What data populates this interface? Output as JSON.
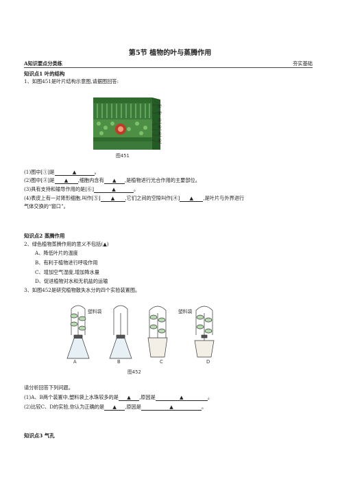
{
  "doc": {
    "title": "第5节  植物的叶与蒸腾作用",
    "section_label": "A知识要点分类练",
    "section_right": "夯实基础"
  },
  "kp1": {
    "heading": "知识点1  叶的结构",
    "q1": "1、如图451是叶片结构示意图,请据图回答:",
    "fig_labels": [
      "①",
      "②",
      "③",
      "④",
      "⑤",
      "⑥"
    ],
    "fig_caption": "图451",
    "s1_pre": "(1)图中[①]是",
    "s1_post": "。",
    "s2_pre": "(2)图中[②]是",
    "s2_mid": ",细胞内含有",
    "s2_post": ",是植物进行光合作用的主要部位。",
    "s3_pre": "(3)具有支持和输导作用的是[⑥]",
    "s3_post": "。",
    "s4_pre": "(4)表皮上有一对肾形细胞,叫作[⑤]",
    "s4_mid": ",它们之间的空隙叫作[④]",
    "s4_post": ",是叶片与外界进行",
    "s4_line2": "气体交换的“窗口”。",
    "mark": "▲"
  },
  "kp2": {
    "heading": "知识点2  蒸腾作用",
    "q2": "2、绿色植物蒸腾作用的意义不包括(▲)",
    "options": [
      "A、降低叶片的温度",
      "B、有利于植物进行呼吸作用",
      "C、增加空气湿度,增加降水量",
      "D、促进植物对水和无机盐的运输"
    ],
    "q3": "3、如图452是研究植物散失水分的四个实验装置图。",
    "fig_bag1": "塑料袋",
    "fig_bag2": "塑料袋",
    "fig_letters": [
      "A",
      "B",
      "C",
      "D"
    ],
    "fig_caption": "图452",
    "intro": "请分析回答下列问题。",
    "a1_pre": "(1)A、B两个装置中,塑料袋上水珠较多的是",
    "a1_mid": ",原因是",
    "a1_post": "。",
    "a2_pre": "(2)比较C、D的实验,你认为正确的是",
    "a2_mid": ",原因是",
    "a2_post": "。"
  },
  "kp3": {
    "heading": "知识点3  气孔"
  }
}
